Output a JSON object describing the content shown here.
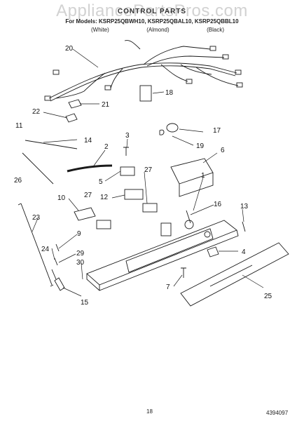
{
  "watermark": "AppliancePartsPros.com",
  "header": {
    "title": "CONTROL PARTS",
    "models": "For Models: KSRP25QBWH10, KSRP25QBAL10, KSRP25QBBL10",
    "colors": [
      "(White)",
      "(Almond)",
      "(Black)"
    ]
  },
  "callouts": [
    "20",
    "18",
    "21",
    "22",
    "11",
    "14",
    "3",
    "2",
    "17",
    "19",
    "6",
    "26",
    "5",
    "27",
    "1",
    "12",
    "10",
    "27",
    "23",
    "16",
    "13",
    "9",
    "24",
    "29",
    "4",
    "30",
    "7",
    "15",
    "25"
  ],
  "footer": {
    "page": "18",
    "doc_number": "4394097"
  }
}
